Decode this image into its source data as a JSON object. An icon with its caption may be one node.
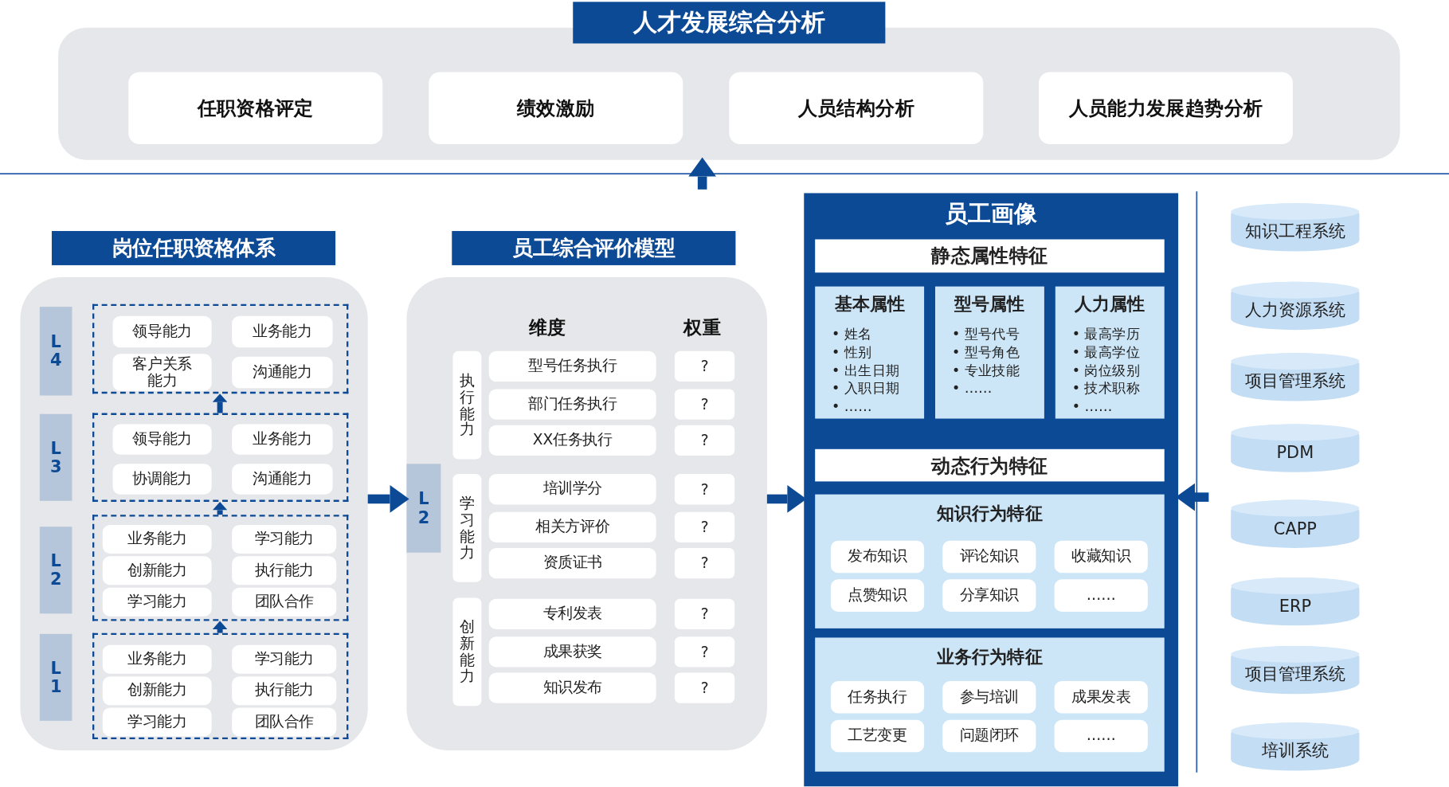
{
  "diagram": {
    "nodes": [
      {
        "text": [
          "人才发展综合分析"
        ]
      },
      {
        "text": [
          "任职资格评定"
        ],
        "in": 0
      },
      {
        "text": [
          "绩效激励"
        ],
        "in": 0
      },
      {
        "text": [
          "人员结构分析"
        ],
        "in": 0
      },
      {
        "text": [
          "人员能力发展趋势分析"
        ],
        "in": 0
      },
      {
        "text": [
          "岗位任职资格体系"
        ]
      },
      {
        "text": [
          "L 4"
        ],
        "in": 5
      },
      {
        "text": [],
        "shape": "box",
        "in": 5
      },
      {
        "text": [
          "领导能力"
        ],
        "in": 7
      },
      {
        "text": [
          "业务能力"
        ],
        "in": 7
      },
      {
        "text": [
          "客户关系能力"
        ],
        "in": 7
      },
      {
        "text": [
          "沟通能力"
        ],
        "in": 7
      },
      {
        "text": [
          "L 3"
        ],
        "in": 5
      },
      {
        "text": [],
        "shape": "box",
        "in": 5
      },
      {
        "text": [
          "领导能力"
        ],
        "in": 13
      },
      {
        "text": [
          "业务能力"
        ],
        "in": 13
      },
      {
        "text": [
          "协调能力"
        ],
        "in": 13
      },
      {
        "text": [
          "沟通能力"
        ],
        "in": 13
      },
      {
        "text": [
          "L 2"
        ],
        "in": 5
      },
      {
        "text": [],
        "shape": "box",
        "in": 5
      },
      {
        "text": [
          "业务能力"
        ],
        "in": 19
      },
      {
        "text": [
          "学习能力"
        ],
        "in": 19
      },
      {
        "text": [
          "创新能力"
        ],
        "in": 19
      },
      {
        "text": [
          "执行能力"
        ],
        "in": 19
      },
      {
        "text": [
          "学习能力"
        ],
        "in": 19
      },
      {
        "text": [
          "团队合作"
        ],
        "in": 19
      },
      {
        "text": [
          "L 1"
        ],
        "in": 5
      },
      {
        "text": [],
        "shape": "box",
        "in": 5
      },
      {
        "text": [
          "业务能力"
        ],
        "in": 27
      },
      {
        "text": [
          "学习能力"
        ],
        "in": 27
      },
      {
        "text": [
          "创新能力"
        ],
        "in": 27
      },
      {
        "text": [
          "执行能力"
        ],
        "in": 27
      },
      {
        "text": [
          "学习能力"
        ],
        "in": 27
      },
      {
        "text": [
          "团队合作"
        ],
        "in": 27
      },
      {
        "text": [
          "员工综合评价模型"
        ]
      },
      {
        "text": [
          "L 2"
        ],
        "in": 34
      },
      {
        "text": [
          "执行能力"
        ],
        "in": 34
      },
      {
        "text": [
          "型号任务执行"
        ],
        "in": 34
      },
      {
        "text": [
          "?"
        ],
        "in": 34
      },
      {
        "text": [
          "部门任务执行"
        ],
        "in": 34
      },
      {
        "text": [
          "?"
        ],
        "in": 34
      },
      {
        "text": [
          "XX任务执行"
        ],
        "in": 34
      },
      {
        "text": [
          "?"
        ],
        "in": 34
      },
      {
        "text": [
          "学习能力"
        ],
        "in": 34
      },
      {
        "text": [
          "培训学分"
        ],
        "in": 34
      },
      {
        "text": [
          "?"
        ],
        "in": 34
      },
      {
        "text": [
          "相关方评价"
        ],
        "in": 34
      },
      {
        "text": [
          "?"
        ],
        "in": 34
      },
      {
        "text": [
          "资质证书"
        ],
        "in": 34
      },
      {
        "text": [
          "?"
        ],
        "in": 34
      },
      {
        "text": [
          "创新能力"
        ],
        "in": 34
      },
      {
        "text": [
          "专利发表"
        ],
        "in": 34
      },
      {
        "text": [
          "?"
        ],
        "in": 34
      },
      {
        "text": [
          "成果获奖"
        ],
        "in": 34
      },
      {
        "text": [
          "?"
        ],
        "in": 34
      },
      {
        "text": [
          "知识发布"
        ],
        "in": 34
      },
      {
        "text": [
          "?"
        ],
        "in": 34
      },
      {
        "text": [
          "员工画像"
        ]
      },
      {
        "text": [
          "静态属性特征"
        ],
        "in": 57
      },
      {
        "text": [
          "基本属性",
          "• 姓名",
          "• 性别",
          "• 出生日期",
          "• 入职日期",
          "• ……"
        ],
        "in": 57
      },
      {
        "text": [
          "型号属性",
          "• 型号代号",
          "• 型号角色",
          "• 专业技能",
          "• ……"
        ],
        "in": 57
      },
      {
        "text": [
          "人力属性",
          "• 最高学历",
          "• 最高学位",
          "• 岗位级别",
          "• 技术职称",
          "• ……"
        ],
        "in": 57
      },
      {
        "text": [
          "动态行为特征"
        ],
        "in": 57
      },
      {
        "text": [
          "知识行为特征"
        ],
        "in": 57
      },
      {
        "text": [
          "发布知识"
        ],
        "in": 63
      },
      {
        "text": [
          "评论知识"
        ],
        "in": 63
      },
      {
        "text": [
          "收藏知识"
        ],
        "in": 63
      },
      {
        "text": [
          "点赞知识"
        ],
        "in": 63
      },
      {
        "text": [
          "分享知识"
        ],
        "in": 63
      },
      {
        "text": [
          "……"
        ],
        "in": 63
      },
      {
        "text": [
          "业务行为特征"
        ],
        "in": 57
      },
      {
        "text": [
          "任务执行"
        ],
        "in": 70
      },
      {
        "text": [
          "参与培训"
        ],
        "in": 70
      },
      {
        "text": [
          "成果发表"
        ],
        "in": 70
      },
      {
        "text": [
          "工艺变更"
        ],
        "in": 70
      },
      {
        "text": [
          "问题闭环"
        ],
        "in": 70
      },
      {
        "text": [
          "……"
        ],
        "in": 70
      },
      {
        "text": [
          "知识工程系统"
        ]
      },
      {
        "text": [
          "人力资源系统"
        ]
      },
      {
        "text": [
          "项目管理系统"
        ]
      },
      {
        "text": [
          "PDM"
        ]
      },
      {
        "text": [
          "CAPP"
        ]
      },
      {
        "text": [
          "ERP"
        ]
      },
      {
        "text": [
          "项目管理系统"
        ]
      },
      {
        "text": [
          "培训系统"
        ]
      }
    ],
    "edges": [
      {
        "from": 27,
        "to": 19,
        "arrow": "to"
      },
      {
        "from": 19,
        "to": 13,
        "arrow": "to"
      },
      {
        "from": 13,
        "to": 7,
        "arrow": "to"
      },
      {
        "from": 5,
        "to": 34,
        "arrow": "to"
      },
      {
        "from": 34,
        "to": 57,
        "arrow": "to"
      },
      {
        "from": null,
        "to": 0,
        "arrow": "to"
      },
      {
        "from": null,
        "to": 57,
        "arrow": "to"
      }
    ],
    "labels": [
      "维度",
      "权重"
    ]
  }
}
